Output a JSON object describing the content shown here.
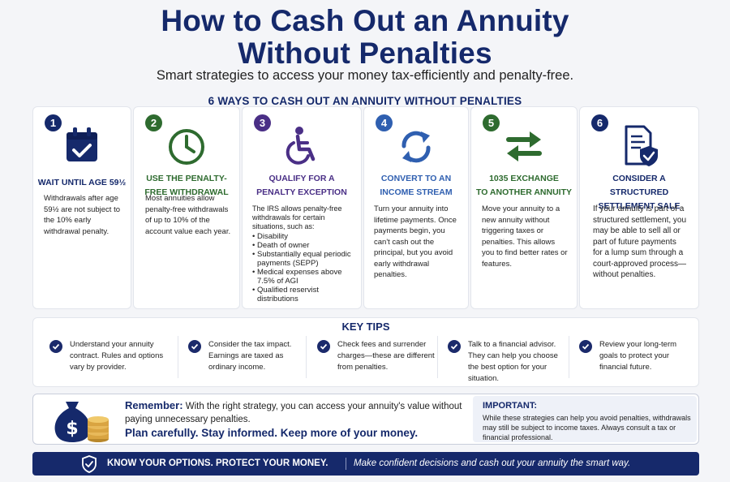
{
  "header": {
    "title_line1": "How to Cash Out an Annuity",
    "title_line2": "Without Penalties",
    "subtitle": "Smart strategies to access your money tax-efficiently and penalty-free.",
    "section_heading": "6 WAYS TO CASH OUT AN ANNUITY WITHOUT PENALTIES"
  },
  "colors": {
    "navy": "#15296b",
    "green": "#2e6b2f",
    "purple": "#4a2f86",
    "blue": "#2f5fb0",
    "light_bg": "#f4f5f8"
  },
  "cards": [
    {
      "number": "1",
      "icon": "calendar-check-icon",
      "title_line1": "WAIT UNTIL AGE 59½",
      "title_line2": "",
      "body": "Withdrawals after age 59½ are not subject to the 10% early withdrawal penalty."
    },
    {
      "number": "2",
      "icon": "clock-icon",
      "title_line1": "USE THE PENALTY-",
      "title_line2": "FREE WITHDRAWAL",
      "body": "Most annuities allow penalty-free withdrawals of up to 10% of the account value each year."
    },
    {
      "number": "3",
      "icon": "wheelchair-icon",
      "title_line1": "QUALIFY FOR A",
      "title_line2": "PENALTY EXCEPTION",
      "body": "The IRS allows penalty-free withdrawals for certain situations, such as:",
      "list": [
        "Disability",
        "Death of owner",
        "Substantially equal periodic payments (SEPP)",
        "Medical expenses above 7.5% of AGI",
        "Qualified reservist distributions"
      ]
    },
    {
      "number": "4",
      "icon": "refresh-cycle-icon",
      "title_line1": "CONVERT TO AN",
      "title_line2": "INCOME STREAM",
      "body": "Turn your annuity into lifetime payments. Once payments begin, you can't cash out the principal, but you avoid early withdrawal penalties."
    },
    {
      "number": "5",
      "icon": "exchange-arrows-icon",
      "title_line1": "1035 EXCHANGE",
      "title_line2": "TO ANOTHER ANNUITY",
      "body": "Move your annuity to a new annuity without triggering taxes or penalties. This allows you to find better rates or features."
    },
    {
      "number": "6",
      "icon": "document-shield-icon",
      "title_line1": "CONSIDER A STRUCTURED",
      "title_line2": "SETTLEMENT SALE",
      "body": "If your annuity is part of a structured settlement, you may be able to sell all or part of future payments for a lump sum through a court-approved process—without penalties."
    }
  ],
  "key_tips": {
    "heading": "KEY TIPS",
    "items": [
      "Understand your annuity contract. Rules and options vary by provider.",
      "Consider the tax impact. Earnings are taxed as ordinary income.",
      "Check fees and surrender charges—these are different from penalties.",
      "Talk to a financial advisor. They can help you choose the best option for your situation.",
      "Review your long-term goals to protect your financial future."
    ]
  },
  "remember": {
    "label": "Remember:",
    "text": "With the right strategy, you can access your annuity's value without paying unnecessary penalties.",
    "plan": "Plan carefully. Stay informed. Keep more of your money.",
    "icon": "money-bag-coins-icon"
  },
  "important": {
    "heading": "IMPORTANT:",
    "text": "While these strategies can help you avoid penalties, withdrawals may still be subject to income taxes. Always consult a tax or financial professional."
  },
  "footer": {
    "strong": "KNOW YOUR OPTIONS. PROTECT YOUR MONEY.",
    "italic": "Make confident decisions and cash out your annuity the smart way.",
    "icon": "shield-icon"
  }
}
